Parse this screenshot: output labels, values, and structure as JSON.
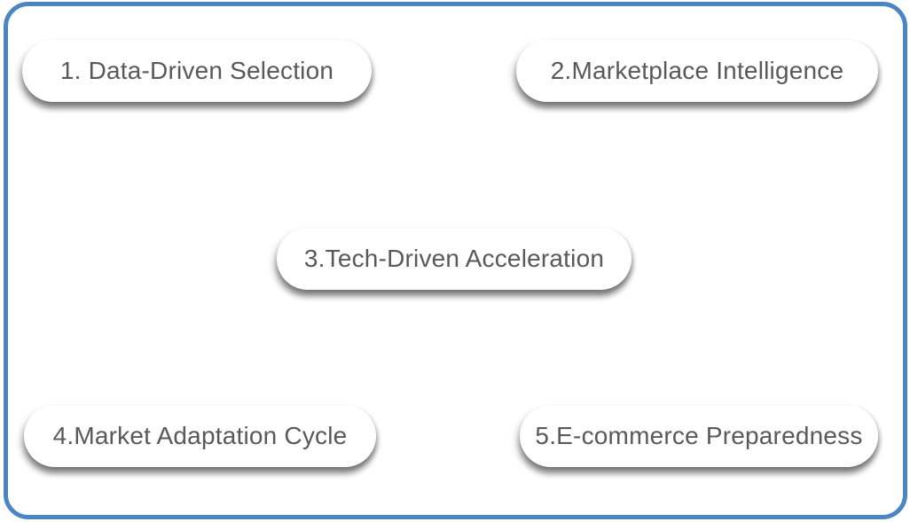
{
  "frame": {
    "border_color": "#4b85c6",
    "background_color": "#ffffff"
  },
  "style": {
    "pill_background": "#ffffff",
    "text_color": "#595959"
  },
  "items": [
    {
      "label": "1. Data-Driven Selection"
    },
    {
      "label": "2.Marketplace Intelligence"
    },
    {
      "label": "3.Tech-Driven Acceleration"
    },
    {
      "label": "4.Market Adaptation Cycle"
    },
    {
      "label": "5.E-commerce Preparedness"
    }
  ]
}
